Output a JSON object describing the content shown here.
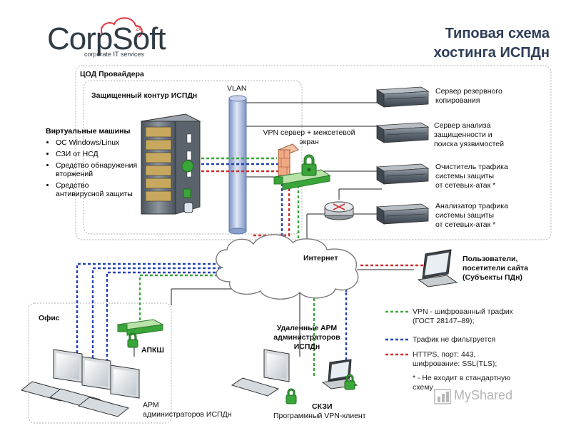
{
  "logo": {
    "name": "CorpSoft",
    "badge": "24",
    "tagline": "corporate IT services"
  },
  "title": {
    "line1": "Типовая схема",
    "line2": "хостинга ИСПДн"
  },
  "provider": {
    "label": "ЦОД Провайдера",
    "secure_contour": "Защищенный контур ИСПДн",
    "vlan": "VLAN",
    "vpn_server": {
      "line1": "VPN сервер + межсетевой",
      "line2": "экран"
    },
    "virtual_machines": {
      "heading": "Виртуальные машины",
      "items": [
        "ОС Windows/Linux",
        "СЗИ от НСД",
        "Средство обнаружения вторжений",
        "Средство антивирусной защиты"
      ]
    },
    "servers": [
      {
        "line1": "Сервер резервного",
        "line2": "копирования",
        "line3": ""
      },
      {
        "line1": "Сервер анализа",
        "line2": "защищенности и",
        "line3": "поиска уязвимостей"
      },
      {
        "line1": "Очиститель трафика",
        "line2": "системы защиты",
        "line3": "от сетевых-атак *"
      },
      {
        "line1": "Анализатор трафика",
        "line2": "системы защиты",
        "line3": "от сетевых-атак *"
      }
    ]
  },
  "internet": "Интернет",
  "users": {
    "line1": "Пользователи,",
    "line2": "посетители сайта",
    "line3": "(Субъекты ПДн)"
  },
  "office": {
    "label": "Офис",
    "apksh": "АПКШ",
    "arm": {
      "line1": "АРМ",
      "line2": "администраторов ИСПДн"
    }
  },
  "remote": {
    "heading": {
      "line1": "Удаленные АРМ",
      "line2": "администраторов",
      "line3": "ИСПДн"
    },
    "szi": "СКЗИ",
    "vpn_client": "Программный VPN-клиент"
  },
  "legend": [
    {
      "color": "#3aa63a",
      "line1": "VPN - шифрованный трафик",
      "line2": "(ГОСТ 28147–89);"
    },
    {
      "color": "#2040b0",
      "line1": "Трафик не фильтруется",
      "line2": ""
    },
    {
      "color": "#d22b2b",
      "line1": "HTTPS, порт: 443,",
      "line2": "шифрование: SSL(TLS);"
    },
    {
      "color": "#000000",
      "line1": "* - Не входит в стандартную",
      "line2": "схему"
    }
  ],
  "watermark": "MyShared",
  "colors": {
    "green": "#3aa63a",
    "blue": "#2040b0",
    "red": "#d22b2b",
    "pipe": "#a9b9da",
    "title": "#2e3d57"
  }
}
